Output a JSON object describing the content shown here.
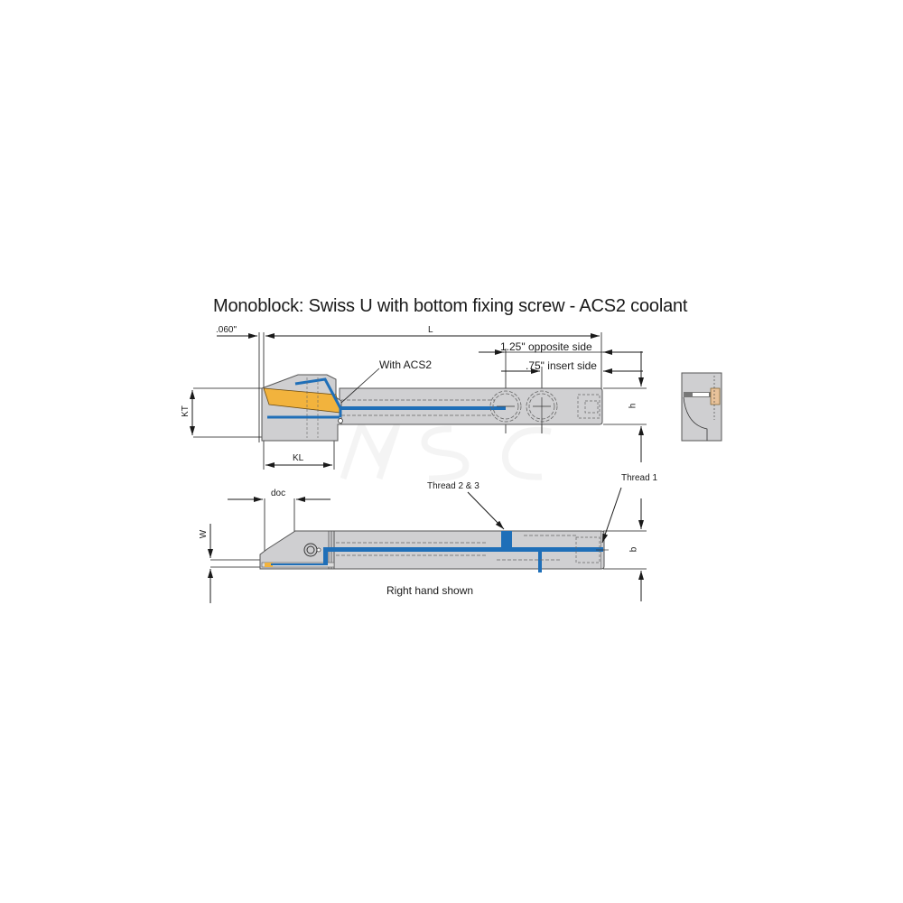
{
  "title": "Monoblock: Swiss U with bottom fixing screw - ACS2 coolant",
  "watermark": "MSC",
  "top_view": {
    "dimensions": {
      "offset": ".060\"",
      "length": "L",
      "kt": "KT",
      "kl": "KL",
      "h": "h",
      "opposite_side": "1.25\" opposite side",
      "insert_side": ".75\" insert side"
    },
    "callouts": {
      "acs2": "With ACS2"
    }
  },
  "side_view": {
    "dimensions": {
      "doc": "doc",
      "w": "W",
      "b": "b"
    },
    "callouts": {
      "thread_2_3": "Thread 2 & 3",
      "thread_1": "Thread 1"
    },
    "caption": "Right hand shown"
  },
  "colors": {
    "body": "#d0d0d2",
    "body_stroke": "#555555",
    "coolant": "#1f6fb8",
    "insert": "#f2b33d",
    "dim_line": "#1a1a1a"
  }
}
